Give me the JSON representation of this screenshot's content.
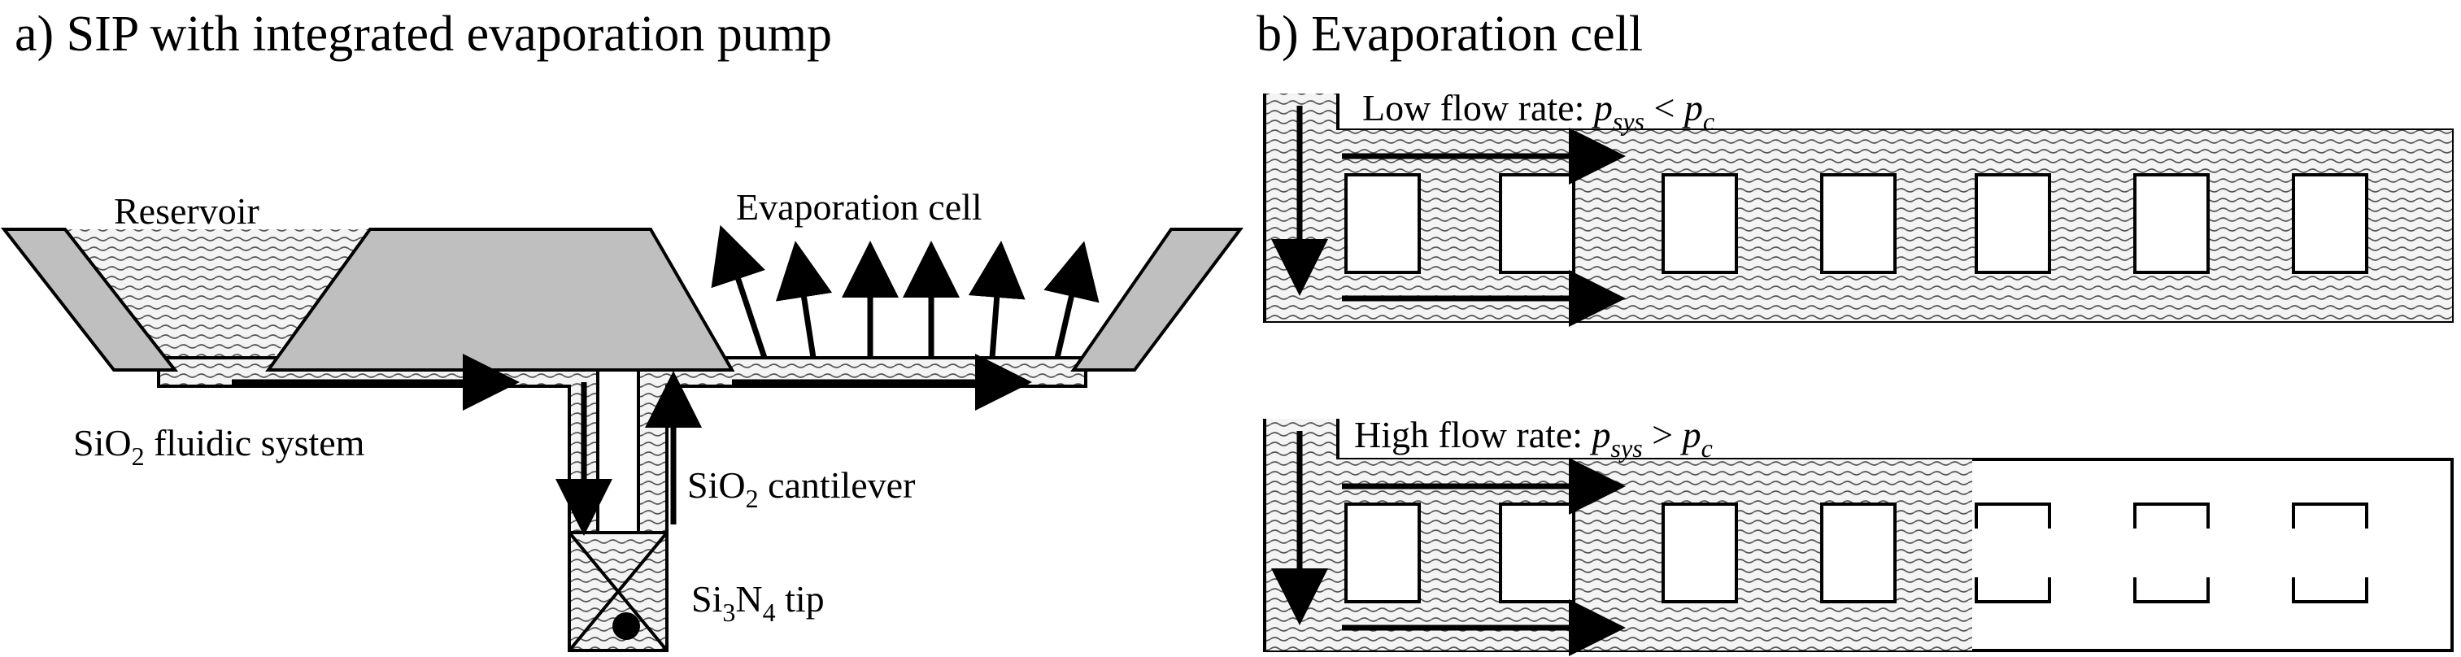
{
  "panel_a": {
    "title": "a) SIP with integrated evaporation pump",
    "labels": {
      "reservoir": "Reservoir",
      "evaporation_cell": "Evaporation cell",
      "fluidic_system": {
        "pre": "SiO",
        "sub": "2",
        "post": " fluidic system"
      },
      "cantilever": {
        "pre": "SiO",
        "sub": "2",
        "post": " cantilever"
      },
      "tip": {
        "pre": "Si",
        "sub1": "3",
        "mid": "N",
        "sub2": "4",
        "post": " tip"
      }
    }
  },
  "panel_b": {
    "title": "b) Evaporation cell",
    "low": {
      "text": "Low flow rate: ",
      "var_p": "p",
      "var_sub": "sys",
      "op": " < ",
      "var_c": "p",
      "var_c_sub": "c"
    },
    "high": {
      "text": "High flow rate: ",
      "var_p": "p",
      "var_sub": "sys",
      "op": " > ",
      "var_c": "p",
      "var_c_sub": "c"
    }
  },
  "colors": {
    "fluid": "#d9d9d9",
    "solid": "#bfbfbf",
    "line": "#000000"
  }
}
